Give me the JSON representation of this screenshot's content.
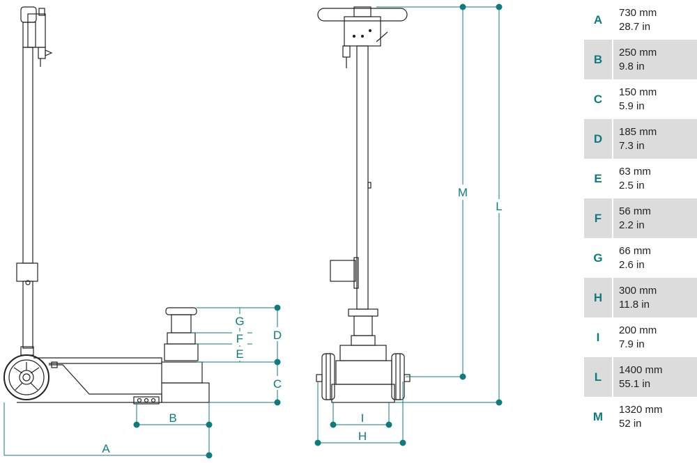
{
  "colors": {
    "accent": "#0e7c7e",
    "line": "#222222",
    "shaded_row": "#dcdcdc"
  },
  "dimension_labels": {
    "A": "A",
    "B": "B",
    "C": "C",
    "D": "D",
    "E": "E",
    "F": "F",
    "G": "G",
    "H": "H",
    "I": "I",
    "L": "L",
    "M": "M"
  },
  "specs": [
    {
      "letter": "A",
      "mm": "730 mm",
      "inch": "28.7 in"
    },
    {
      "letter": "B",
      "mm": "250 mm",
      "inch": "9.8 in"
    },
    {
      "letter": "C",
      "mm": "150 mm",
      "inch": "5.9 in"
    },
    {
      "letter": "D",
      "mm": "185 mm",
      "inch": "7.3 in"
    },
    {
      "letter": "E",
      "mm": "63 mm",
      "inch": "2.5 in"
    },
    {
      "letter": "F",
      "mm": "56 mm",
      "inch": "2.2 in"
    },
    {
      "letter": "G",
      "mm": "66 mm",
      "inch": "2.6 in"
    },
    {
      "letter": "H",
      "mm": "300 mm",
      "inch": "11.8 in"
    },
    {
      "letter": "I",
      "mm": "200 mm",
      "inch": "7.9 in"
    },
    {
      "letter": "L",
      "mm": "1400 mm",
      "inch": "55.1 in"
    },
    {
      "letter": "M",
      "mm": "1320 mm",
      "inch": "52 in"
    }
  ]
}
